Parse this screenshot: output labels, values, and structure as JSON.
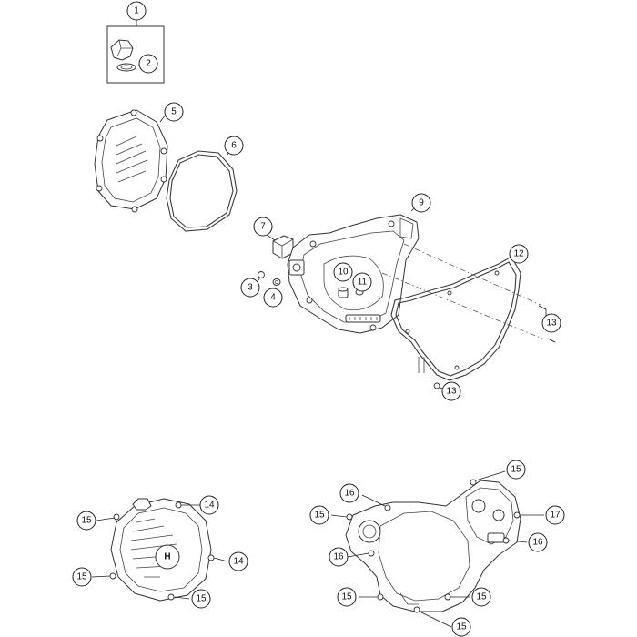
{
  "diagram": {
    "callouts": [
      {
        "id": "c1",
        "label": "1"
      },
      {
        "id": "c2",
        "label": "2"
      },
      {
        "id": "c3",
        "label": "3"
      },
      {
        "id": "c4",
        "label": "4"
      },
      {
        "id": "c5",
        "label": "5"
      },
      {
        "id": "c6",
        "label": "6"
      },
      {
        "id": "c7",
        "label": "7"
      },
      {
        "id": "c9",
        "label": "9"
      },
      {
        "id": "c10",
        "label": "10"
      },
      {
        "id": "c11",
        "label": "11"
      },
      {
        "id": "c12",
        "label": "12"
      },
      {
        "id": "c13a",
        "label": "13"
      },
      {
        "id": "c13b",
        "label": "13"
      },
      {
        "id": "c14a",
        "label": "14"
      },
      {
        "id": "c14b",
        "label": "14"
      },
      {
        "id": "c15a",
        "label": "15"
      },
      {
        "id": "c15b",
        "label": "15"
      },
      {
        "id": "c15c",
        "label": "15"
      },
      {
        "id": "c15d",
        "label": "15"
      },
      {
        "id": "c15e",
        "label": "15"
      },
      {
        "id": "c15f",
        "label": "15"
      },
      {
        "id": "c15g",
        "label": "15"
      },
      {
        "id": "c15h",
        "label": "15"
      },
      {
        "id": "c16a",
        "label": "16"
      },
      {
        "id": "c16b",
        "label": "16"
      },
      {
        "id": "c16c",
        "label": "16"
      },
      {
        "id": "c17",
        "label": "17"
      }
    ],
    "logo_letter": "H"
  }
}
